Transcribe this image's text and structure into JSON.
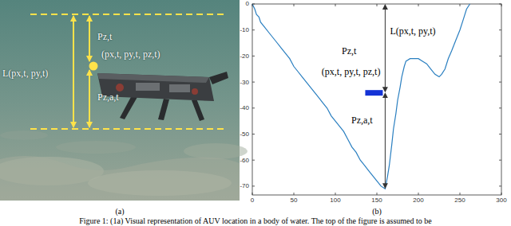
{
  "diagram": {
    "caption": "Figure 1: (1a) Visual representation of AUV location in a body of water. The top of the figure is assumed to be",
    "labels": [
      "L(px,t, py,t)",
      "Pz,t",
      "(px,t, py,t, pz,t)",
      "Pz,a,t",
      "(a)",
      "0",
      "-10",
      "-20",
      "-30",
      "-40",
      "-50",
      "-60",
      "-70",
      "0",
      "50",
      "100",
      "150",
      "200",
      "250",
      "300",
      "Pz,t",
      "L(px,t, py,t)",
      "(px,t, py,t, pz,t)",
      "Pz,a,t",
      "(b)"
    ]
  }
}
